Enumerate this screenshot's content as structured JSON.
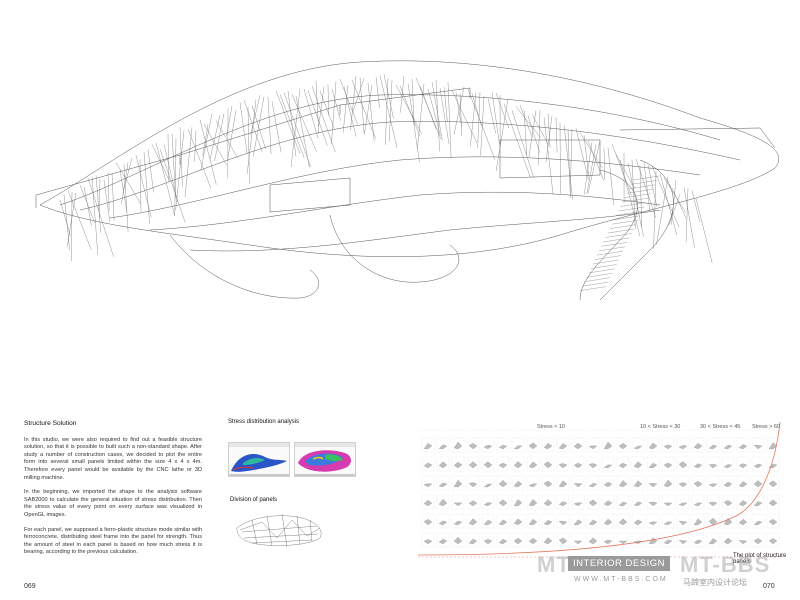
{
  "left_column": {
    "heading": "Structure Solution",
    "paragraphs": [
      "In this studio, we were also required to find out a feasible structure solution, so that it is possible to built such a non-standard shape. After study a number of construction cases, we decided to plot the entire form into several small panels limited within the size 4 x 4 x 4m. Therefore every panel would be available by the CNC lathe or 3D milling machine.",
      "In the beginning, we imported the shape to the analysis software SAB2000 to calculate the general situation of stress distribution. Then the stress value of every point on every surface was visualized in OpenGL images.",
      "For each panel, we supposed a ferro-plastic structure mode similar with ferroconcrete, distributing steel frame into the panel for strength. Thus the amount of steel in each panel is based on how much stress it is bearing, according to the previous calculation."
    ]
  },
  "figures": {
    "stress_title": "Stress distribution analysis",
    "division_title": "Division of panels",
    "plot_title": "The plot of structure panels",
    "grid_labels": [
      "Stress < 10",
      "10 < Stress < 30",
      "30 < Stress < 45",
      "Stress > 60"
    ]
  },
  "page_numbers": {
    "left": "069",
    "right": "070"
  },
  "watermark": {
    "left_text": "MT",
    "band_text": "INTERIOR DESIGN",
    "right_text": "MT-BBS",
    "url": "WWW.MT-BBS.COM",
    "cn": "马蹄室内设计论坛"
  },
  "colors": {
    "curve": "#e07a5f",
    "watermark": "#9a9a9a"
  }
}
